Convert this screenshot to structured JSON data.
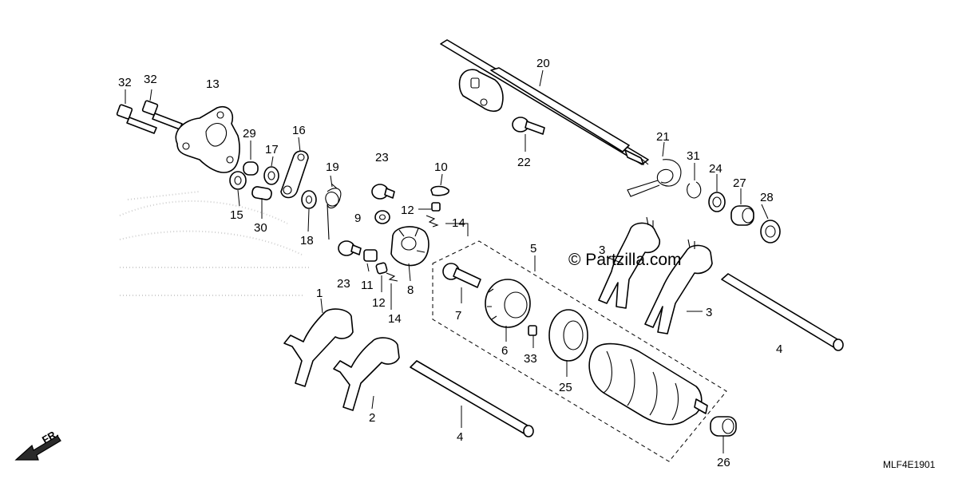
{
  "watermark": "© Partzilla.com",
  "diagram_code": "MLF4E1901",
  "direction_label": "FR.",
  "callouts": {
    "c32a": "32",
    "c32b": "32",
    "c13": "13",
    "c29": "29",
    "c17": "17",
    "c16": "16",
    "c19": "19",
    "c15": "15",
    "c30": "30",
    "c18": "18",
    "c23a": "23",
    "c9": "9",
    "c10": "10",
    "c12a": "12",
    "c14a": "14",
    "c23b": "23",
    "c11": "11",
    "c12b": "12",
    "c14b": "14",
    "c8": "8",
    "c20": "20",
    "c22": "22",
    "c21": "21",
    "c31": "31",
    "c24": "24",
    "c27": "27",
    "c28": "28",
    "c5": "5",
    "c7": "7",
    "c6": "6",
    "c33": "33",
    "c25": "25",
    "c3a": "3",
    "c3b": "3",
    "c4a": "4",
    "c1": "1",
    "c2": "2",
    "c4b": "4",
    "c26": "26"
  }
}
